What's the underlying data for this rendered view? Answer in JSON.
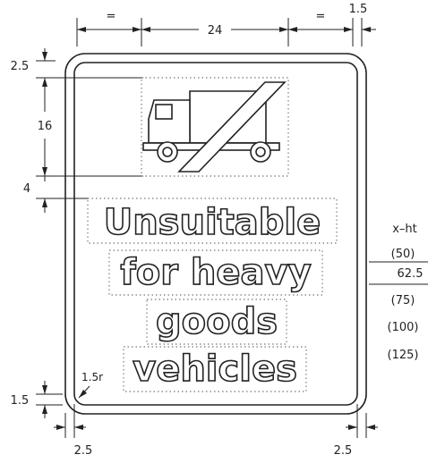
{
  "dimensions": {
    "top_left": "=",
    "top_middle": "24",
    "top_right": "=",
    "top_far_right": "1.5",
    "left_top": "2.5",
    "left_symbol": "16",
    "left_gap": "4",
    "left_bottom": "1.5",
    "corner_radius": "1.5r",
    "bottom_left": "2.5",
    "bottom_right": "2.5"
  },
  "sign_text": {
    "line1": "Unsuitable",
    "line2": "for heavy",
    "line3": "goods",
    "line4": "vehicles"
  },
  "xht_table": {
    "header": "x–ht",
    "values": [
      "(50)",
      "62.5",
      "(75)",
      "(100)",
      "(125)"
    ]
  },
  "symbol": "no-lorry-symbol"
}
